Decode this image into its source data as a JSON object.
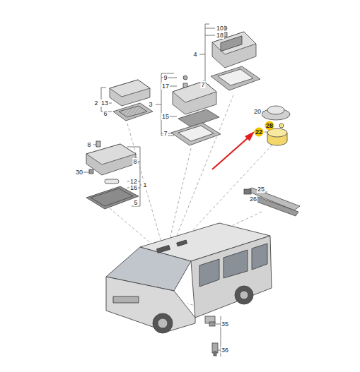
{
  "diagram": {
    "labels": [
      "10",
      "18",
      "4",
      "7",
      "9",
      "17",
      "3",
      "15",
      "7",
      "2",
      "13",
      "6",
      "20",
      "28",
      "22",
      "8",
      "8",
      "30",
      "12",
      "16",
      "1",
      "25",
      "26",
      "5",
      "35",
      "36"
    ]
  }
}
